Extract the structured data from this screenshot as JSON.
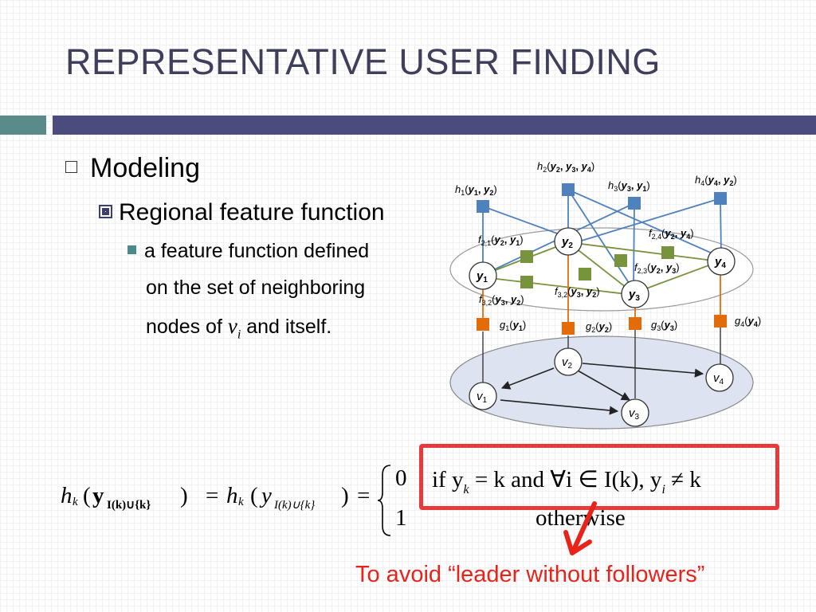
{
  "slide": {
    "title": "REPRESENTATIVE USER FINDING",
    "bullet1": "Modeling",
    "bullet2": "Regional feature function",
    "bullet3_line1": "a feature function defined",
    "bullet3_line2": "on the set of neighboring",
    "bullet3_line3_pre": "nodes of ",
    "bullet3_var": "v",
    "bullet3_var_sub": "i",
    "bullet3_line3_post": " and itself."
  },
  "diagram": {
    "h_labels": {
      "h1": {
        "base": "h",
        "sub": "1",
        "args": "y1, y2"
      },
      "h2": {
        "base": "h",
        "sub": "2",
        "args": "y2, y3, y4"
      },
      "h3": {
        "base": "h",
        "sub": "3",
        "args": "y3, y1"
      },
      "h4": {
        "base": "h",
        "sub": "4",
        "args": "y4, y2"
      }
    },
    "f_labels": {
      "f21": {
        "sub": "2,1",
        "args": "y2, y1"
      },
      "f24": {
        "sub": "2,4",
        "args": "y2, y4"
      },
      "f23": {
        "sub": "2,3",
        "args": "y2, y3"
      },
      "f32a": {
        "sub": "3,2",
        "args": "y3, y2"
      },
      "f32b": {
        "sub": "3,2",
        "args": "y3, y2"
      }
    },
    "g_labels": {
      "g1": {
        "sub": "1",
        "args": "y1"
      },
      "g2": {
        "sub": "2",
        "args": "y2"
      },
      "g3": {
        "sub": "3",
        "args": "y3"
      },
      "g4": {
        "sub": "4",
        "args": "y4"
      }
    },
    "y_nodes": [
      "y1",
      "y2",
      "y3",
      "y4"
    ],
    "v_nodes": [
      "v1",
      "v2",
      "v3",
      "v4"
    ],
    "colors": {
      "h_square": "#4f81bd",
      "f_square": "#77933c",
      "g_square": "#e36c09",
      "blue_edge": "#4f81bd",
      "green_edge": "#77933c",
      "orange_edge": "#e36c09",
      "ellipse_fill": "#dde3f0"
    }
  },
  "formula": {
    "lhs_h": "h",
    "lhs_k": "k",
    "lhs_y": "y",
    "lhs_sub": "I(k)∪{k}",
    "mid_h": "h",
    "mid_k": "k",
    "mid_y": "y",
    "mid_sub": "I(k)∪{k}",
    "case1_val": "0",
    "case1_cond": "if y",
    "case1_cond_sub": "k",
    "case1_cond_rest": " = k  and ∀i ∈ I(k), y",
    "case1_cond_sub2": "i",
    "case1_cond_end": " ≠ k",
    "case2_val": "1",
    "case2_cond": "otherwise"
  },
  "callout": "To avoid “leader without followers”"
}
